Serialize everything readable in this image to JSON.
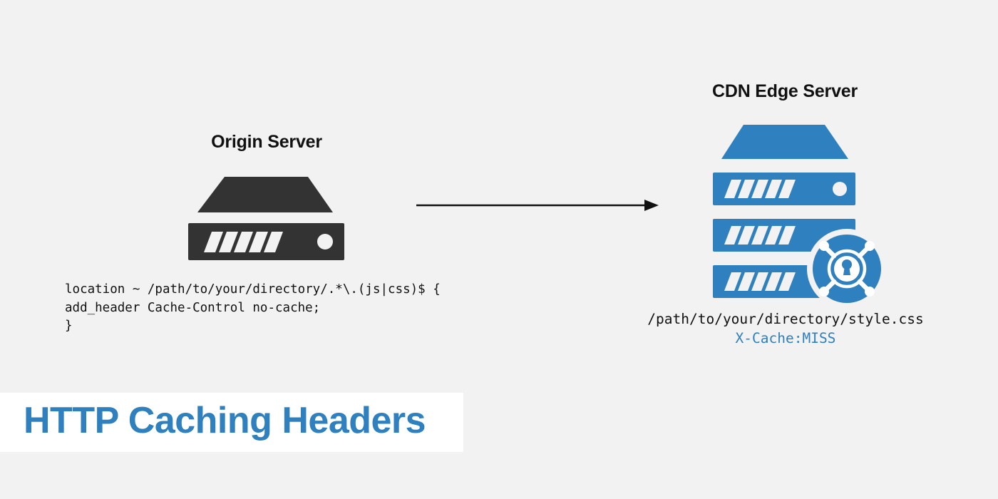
{
  "page": {
    "title": "HTTP Caching Headers",
    "background_color": "#f2f2f2",
    "accent_color": "#2e80be",
    "dark_color": "#333333"
  },
  "diagram": {
    "origin": {
      "title": "Origin Server",
      "icon": "server-dark-icon",
      "code": "location ~ /path/to/your/directory/.*\\.(js|css)$ {\nadd_header Cache-Control no-cache;\n}"
    },
    "arrow": {
      "icon": "arrow-right-icon",
      "direction": "origin-to-cdn"
    },
    "cdn": {
      "title": "CDN Edge Server",
      "icon": "server-stack-blue-icon",
      "badge_icon": "cdn-lock-node-icon",
      "path": "/path/to/your/directory/style.css",
      "cache_status": "X-Cache:MISS",
      "cache_status_color": "#2e80be"
    }
  }
}
